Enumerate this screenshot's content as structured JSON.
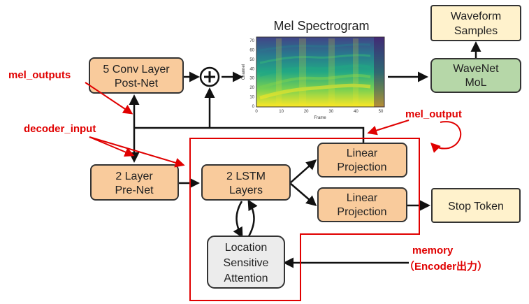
{
  "colors": {
    "box_orange": "#f9cb9c",
    "box_yellow": "#fff2cc",
    "box_green": "#b6d7a8",
    "box_gray": "#ececec",
    "annotation_red": "#e00000"
  },
  "boxes": {
    "postnet": [
      "5 Conv Layer",
      "Post-Net"
    ],
    "prenet": [
      "2 Layer",
      "Pre-Net"
    ],
    "lstm": [
      "2 LSTM",
      "Layers"
    ],
    "linear_top": [
      "Linear",
      "Projection"
    ],
    "linear_bottom": [
      "Linear",
      "Projection"
    ],
    "stop_token": [
      "Stop Token"
    ],
    "attention": [
      "Location",
      "Sensitive",
      "Attention"
    ],
    "wavenet": [
      "WaveNet",
      "MoL"
    ],
    "waveform": [
      "Waveform",
      "Samples"
    ]
  },
  "spectrogram": {
    "title": "Mel Spectrogram",
    "xlabel": "Frame",
    "ylabel": "Channel",
    "xticks": [
      "0",
      "10",
      "20",
      "30",
      "40",
      "50"
    ],
    "yticks": [
      "0",
      "10",
      "20",
      "30",
      "40",
      "50",
      "60",
      "70"
    ]
  },
  "annotations": {
    "mel_outputs": "mel_outputs",
    "decoder_input": "decoder_input",
    "mel_output": "mel_output",
    "memory": "memory",
    "encoder_output": "（Encoder出力）"
  },
  "icons": {
    "sum_node": "plus-circle-icon"
  }
}
